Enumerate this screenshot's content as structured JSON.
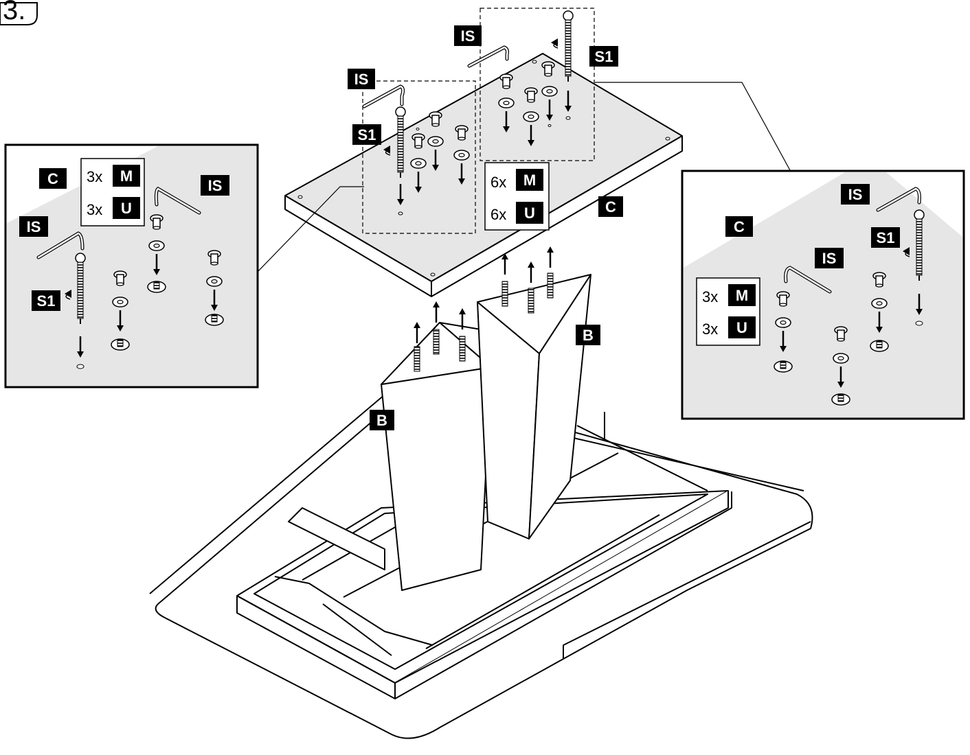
{
  "step": {
    "number": "3."
  },
  "labels": {
    "allen_key": "IS",
    "screw": "S1",
    "top": "C",
    "leg": "B",
    "bolt": "M",
    "washer": "U"
  },
  "quantities": {
    "total_bolts": "6x",
    "total_washers": "6x",
    "inset_left_bolts": "3x",
    "inset_left_washers": "3x",
    "inset_right_bolts": "3x",
    "inset_right_washers": "3x"
  },
  "colors": {
    "ink": "#000000",
    "panel_fill": "#e6e6e6",
    "paper": "#ffffff"
  }
}
